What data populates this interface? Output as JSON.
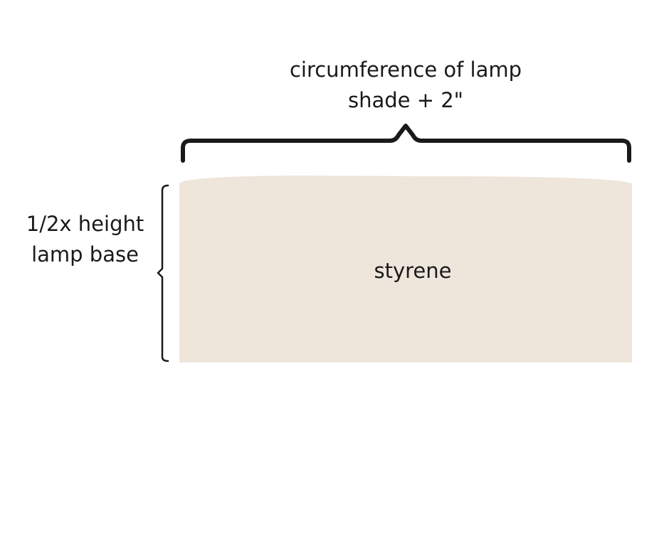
{
  "diagram": {
    "width_label_line1": "circumference of lamp",
    "width_label_line2": "shade + 2\"",
    "height_label_line1": "1/2x height",
    "height_label_line2": "lamp base",
    "material_label": "styrene",
    "colors": {
      "panel": "#EEE5DB",
      "bracket": "#1a1a1a",
      "text": "#1a1a1a"
    }
  }
}
